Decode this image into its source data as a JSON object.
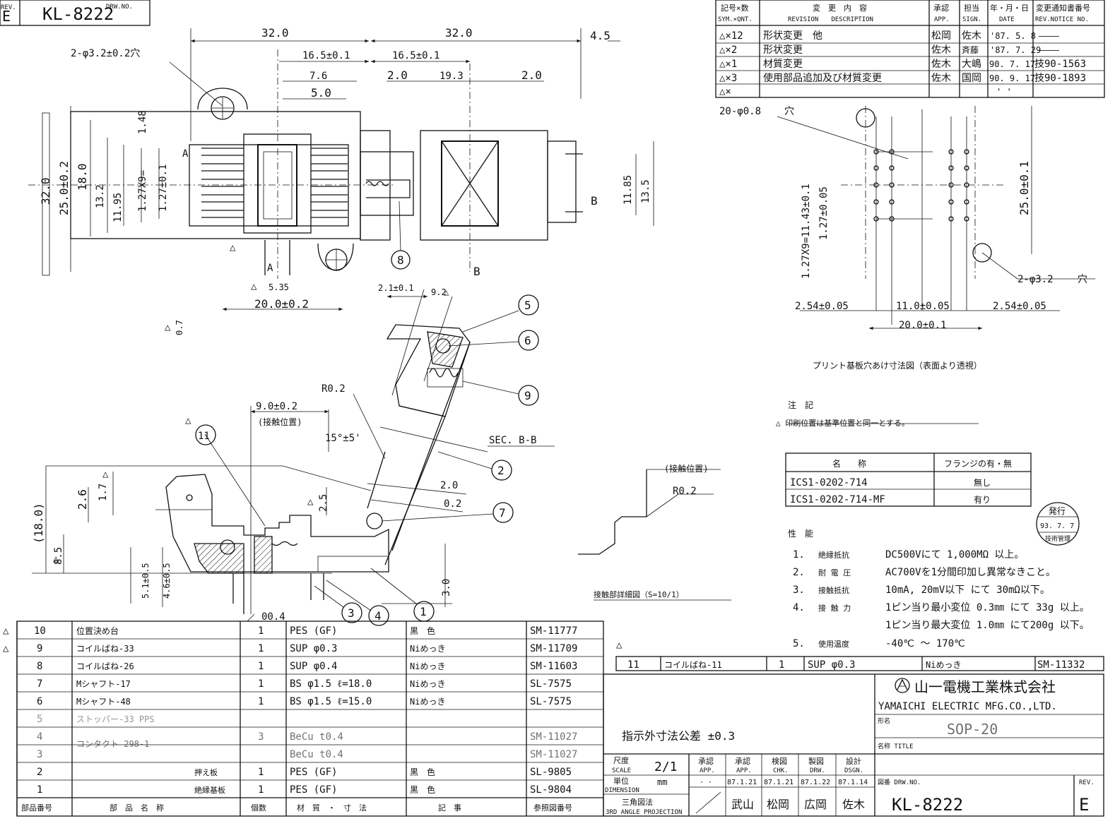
{
  "drawing": {
    "number": "KL-8222",
    "rev_label": "REV.",
    "rev_letter": "E",
    "corner_number": "KL-8222",
    "corner_drw_no": "DRW.NO.",
    "corner_rev": "REV.",
    "corner_rev_letter": "E"
  },
  "revision_table": {
    "headers": [
      {
        "jp": "記号×数",
        "en": "SYM.×QNT."
      },
      {
        "jp": "変　更　内　容",
        "en": "REVISION　　DESCRIPTION"
      },
      {
        "jp": "承認",
        "en": "APP."
      },
      {
        "jp": "担当",
        "en": "SIGN."
      },
      {
        "jp": "年・月・日",
        "en": "DATE"
      },
      {
        "jp": "変更通知書番号",
        "en": "REV.NOTICE NO."
      }
    ],
    "rows": [
      {
        "sym": "△×12",
        "desc": "形状変更　他",
        "app": "松岡",
        "sign": "佐木",
        "date": "'87. 5. 8",
        "notice": "————"
      },
      {
        "sym": "△×2",
        "desc": "形状変更",
        "app": "佐木",
        "sign": "斉藤",
        "date": "'87. 7. 29",
        "notice": "————"
      },
      {
        "sym": "△×1",
        "desc": "材質変更",
        "app": "佐木",
        "sign": "大嶋",
        "date": "90. 7. 17",
        "notice": "技90-1563"
      },
      {
        "sym": "△×3",
        "desc": "使用部品追加及び材質変更",
        "app": "佐木",
        "sign": "国岡",
        "date": "90. 9. 17",
        "notice": "技90-1893"
      },
      {
        "sym": "△×",
        "desc": "",
        "app": "",
        "sign": "",
        "date": "' '",
        "notice": ""
      }
    ]
  },
  "dimensions": {
    "d32_left": "32.0",
    "d32_right": "32.0",
    "d4_5": "4.5",
    "d16_5a": "16.5±0.1",
    "d16_5b": "16.5±0.1",
    "d7_6": "7.6",
    "d5_0": "5.0",
    "d2_0a": "2.0",
    "d19_3": "19.3",
    "d2_0b": "2.0",
    "holes_top": "2-φ3.2±0.2穴",
    "v32": "32.0",
    "v25": "25.0±0.2",
    "v18": "18.0",
    "v13_2": "13.2",
    "v11_95": "11.95",
    "v1_27x9": "1.27X9=",
    "v1_48": "1.48",
    "v1_27": "1.27±0.1",
    "v11_85": "11.85",
    "v13_5": "13.5",
    "d5_35": "5.35",
    "d20_0": "20.0±0.2",
    "d0_7": "0.7",
    "A_label": "A",
    "B_label": "B",
    "d2_1": "2.1±0.1",
    "d9_2": "9.2",
    "r0_2": "R0.2",
    "d15deg": "15°±5'",
    "sec_bb": "SEC. B-B",
    "d9_0": "9.0±0.2",
    "contact_pos": "(接触位置)",
    "d2_0c": "2.0",
    "d0_2": "0.2",
    "d18_0": "(18.0)",
    "d2_6": "2.6",
    "d1_7": "1.7",
    "d2_5": "2.5",
    "d8_5": "8.5",
    "d5_1": "5.1±0.5",
    "d4_6": "4.6±0.5",
    "d00_4": "00.4",
    "d3_0": "3.0"
  },
  "pcb_layout": {
    "holes_20": "20-φ0.8",
    "holes_suffix": "穴",
    "v11_43": "1.27X9=11.43±0.1",
    "v1_27": "1.27±0.05",
    "v25": "25.0±0.1",
    "holes_2": "2-φ3.2",
    "holes_2_suffix": "穴",
    "d2_54a": "2.54±0.05",
    "d11_0": "11.0±0.05",
    "d2_54b": "2.54±0.05",
    "d20_0": "20.0±0.1",
    "caption": "プリント基板穴あけ寸法図（表面より透視）"
  },
  "notes": {
    "heading": "注　記",
    "note1": "△ 印刷位置は基準位置と同一とする。"
  },
  "contact_detail": {
    "contact_pos": "(接触位置)",
    "r0_2": "R0.2",
    "caption": "接触部詳細図（S=10/1）"
  },
  "variants": {
    "headers": [
      "名　　称",
      "フランジの有・無"
    ],
    "rows": [
      {
        "name": "ICS1-0202-714",
        "flange": "無し"
      },
      {
        "name": "ICS1-0202-714-MF",
        "flange": "有り"
      }
    ]
  },
  "performance": {
    "heading": "性　能",
    "items": [
      {
        "num": "1.",
        "label": "絶縁抵抗",
        "value": "DC500Vにて 1,000MΩ 以上。"
      },
      {
        "num": "2.",
        "label": "耐 電 圧",
        "value": "AC700Vを1分間印加し異常なきこと。"
      },
      {
        "num": "3.",
        "label": "接触抵抗",
        "value": "10mA, 20mV以下 にて 30mΩ以下。"
      },
      {
        "num": "4.",
        "label": "接 触 力",
        "value": "1ピン当り最小変位 0.3㎜ にて 33g 以上。"
      },
      {
        "num": "",
        "label": "",
        "value": "1ピン当り最大変位 1.0㎜ にて200g 以下。"
      },
      {
        "num": "5.",
        "label": "使用温度",
        "value": "-40℃ ～ 170℃"
      }
    ]
  },
  "stamp": {
    "top": "発行",
    "date": "93. 7. 7",
    "bottom": "技術管理"
  },
  "callouts": [
    "1",
    "2",
    "3",
    "4",
    "5",
    "6",
    "7",
    "8",
    "9",
    "11"
  ],
  "delta": "△",
  "bom": {
    "row11": {
      "num": "11",
      "name": "コイルばね-11",
      "qty": "1",
      "material": "SUP φ0.3",
      "finish": "Niめっき",
      "drawing": "SM-11332"
    },
    "rows": [
      {
        "mark": "△",
        "num": "10",
        "name": "位置決め台",
        "sub": "",
        "qty": "1",
        "material": "PES (GF)",
        "finish": "黒　色",
        "drawing": "SM-11777"
      },
      {
        "mark": "△",
        "num": "9",
        "name": "コイルばね-33",
        "sub": "",
        "qty": "1",
        "material": "SUP φ0.3",
        "finish": "Niめっき",
        "drawing": "SM-11709"
      },
      {
        "mark": "",
        "num": "8",
        "name": "コイルばね-26",
        "sub": "",
        "qty": "1",
        "material": "SUP φ0.4",
        "finish": "Niめっき",
        "drawing": "SM-11603"
      },
      {
        "mark": "",
        "num": "7",
        "name": "Mシャフト-17",
        "sub": "",
        "qty": "1",
        "material": "BS φ1.5 ℓ=18.0",
        "finish": "Niめっき",
        "drawing": "SL-7575"
      },
      {
        "mark": "",
        "num": "6",
        "name": "Mシャフト-48",
        "sub": "",
        "qty": "1",
        "material": "BS φ1.5 ℓ=15.0",
        "finish": "Niめっき",
        "drawing": "SL-7575"
      },
      {
        "mark": "",
        "num": "5",
        "name": "ストッパー-33 PPS",
        "sub": "",
        "qty": "",
        "material": "",
        "finish": "",
        "drawing": ""
      },
      {
        "mark": "",
        "num": "4",
        "name": "コンタクト 298-1",
        "sub": "",
        "qty": "3",
        "material": "BeCu t0.4",
        "finish": "",
        "drawing": "SM-11027"
      },
      {
        "mark": "",
        "num": "3",
        "name": "",
        "sub": "",
        "qty": "",
        "material": "BeCu t0.4",
        "finish": "",
        "drawing": "SM-11027"
      },
      {
        "mark": "",
        "num": "2",
        "name": "",
        "sub": "押え板",
        "qty": "1",
        "material": "PES (GF)",
        "finish": "黒　色",
        "drawing": "SL-9805"
      },
      {
        "mark": "",
        "num": "1",
        "name": "",
        "sub": "絶縁基板",
        "qty": "1",
        "material": "PES (GF)",
        "finish": "黒　色",
        "drawing": "SL-9804"
      }
    ],
    "footer": [
      "部品番号",
      "部　品　名　称",
      "個数",
      "材　質　・　寸　法",
      "記　事",
      "参照図番号"
    ]
  },
  "title_block": {
    "company_jp": "山一電機工業株式会社",
    "company_en": "YAMAICHI ELECTRIC MFG.CO.,LTD.",
    "tolerance": "指示外寸法公差 ±0.3",
    "model_label": "形名",
    "model": "SOP-20",
    "title_label": "名称 TITLE",
    "scale_jp": "尺度",
    "scale_en": "SCALE",
    "scale_value": "2/1",
    "unit_jp": "単位",
    "unit_en": "DIMENSION",
    "unit_value": "mm",
    "projection_jp": "三角図法",
    "projection_en": "3RD ANGLE PROJECTION",
    "sig_cols": [
      {
        "jp": "承認",
        "en": "APP.",
        "date": "· ·",
        "name": ""
      },
      {
        "jp": "承認",
        "en": "APP.",
        "date": "87.1.21",
        "name": "武山"
      },
      {
        "jp": "検図",
        "en": "CHK.",
        "date": "87.1.21",
        "name": "松岡"
      },
      {
        "jp": "製図",
        "en": "DRW.",
        "date": "87.1.22",
        "name": "広岡"
      },
      {
        "jp": "設計",
        "en": "DSGN.",
        "date": "87.1.14",
        "name": "佐木"
      }
    ],
    "drw_no_label": "図番 DRW.NO.",
    "drw_no": "KL-8222",
    "rev_label": "REV.",
    "rev": "E"
  }
}
